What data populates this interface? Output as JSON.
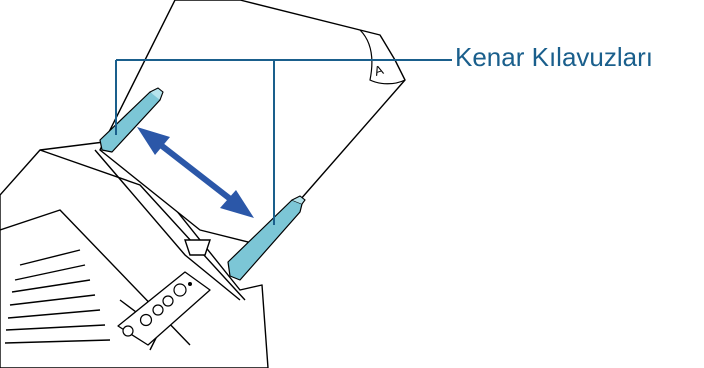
{
  "callout": {
    "label": "Kenar Kılavuzları",
    "line_color": "#1a5f8c"
  },
  "figure": {
    "subject": "document scanner with ADF paper chute and adjustable side guides",
    "paper_mark": "A",
    "arrow_color": "#2b57a8",
    "guide_color": "#7cc6d6",
    "panel_buttons": [
      "power-button",
      "stop-button",
      "scan-button",
      "sub-button",
      "indicator-led"
    ]
  }
}
